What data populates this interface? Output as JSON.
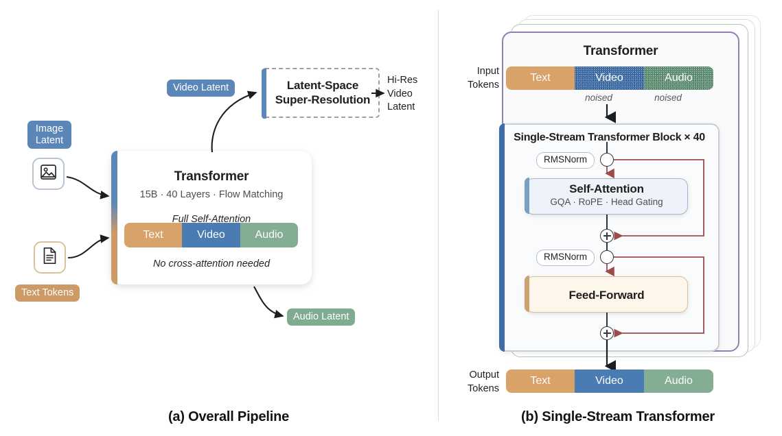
{
  "figure": {
    "panel_a": {
      "caption": "(a) Overall Pipeline",
      "pills": {
        "video_latent": "Video Latent",
        "image_latent": "Image\nLatent",
        "text_tokens": "Text Tokens",
        "audio_latent": "Audio Latent"
      },
      "super_resolution": {
        "title": "Latent-Space\nSuper-Resolution",
        "output_label": "Hi-Res\nVideo\nLatent"
      },
      "transformer_card": {
        "title": "Transformer",
        "subtitle": "15B · 40 Layers · Flow Matching",
        "note_top": "Full Self-Attention",
        "note_bottom": "No cross-attention needed",
        "tokens": [
          "Text",
          "Video",
          "Audio"
        ]
      },
      "icons": {
        "image": "image-icon",
        "document": "document-icon"
      }
    },
    "panel_b": {
      "caption": "(b) Single-Stream Transformer",
      "title": "Transformer",
      "input_label": "Input\nTokens",
      "output_label": "Output\nTokens",
      "input_tokens": [
        "Text",
        "Video",
        "Audio"
      ],
      "output_tokens": [
        "Text",
        "Video",
        "Audio"
      ],
      "noise_notes": [
        "noised",
        "noised"
      ],
      "block": {
        "title": "Single-Stream Transformer Block × 40",
        "norm_1": "RMSNorm",
        "norm_2": "RMSNorm",
        "self_attention": {
          "title": "Self-Attention",
          "subtitle": "GQA · RoPE · Head Gating"
        },
        "feed_forward": {
          "title": "Feed-Forward"
        }
      }
    }
  },
  "colors": {
    "text_token": "#d8a269",
    "video_token": "#4a7bb3",
    "audio_token": "#83ae93",
    "blue_accent": "#5b86b8",
    "tan_accent": "#cd9a66",
    "green_accent": "#7fab90",
    "purple_border": "#8f7fb8",
    "residual_line": "#9c4a4a",
    "block_border": "#3f6ea6"
  }
}
